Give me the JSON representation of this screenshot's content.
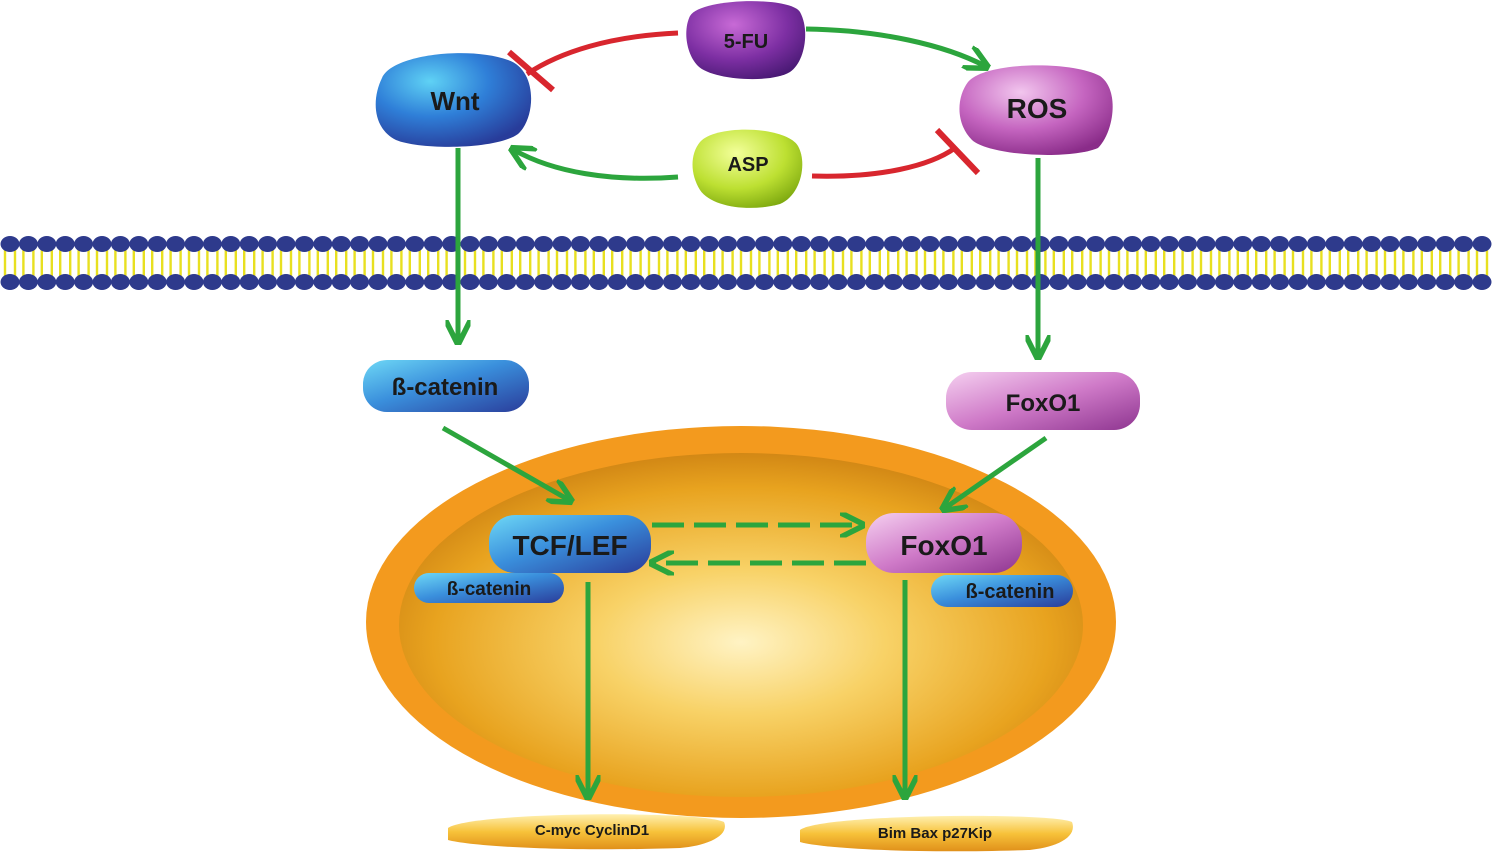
{
  "nodes": {
    "fu5": "5-FU",
    "wnt": "Wnt",
    "ros": "ROS",
    "asp": "ASP",
    "beta_catenin": "ß-catenin",
    "foxo1_cyto": "FoxO1",
    "tcf_lef": "TCF/LEF",
    "beta_catenin_tcf": "ß-catenin",
    "foxo1_nuc": "FoxO1",
    "beta_catenin_foxo": "ß-catenin",
    "targets_left": "C-myc CyclinD1",
    "targets_right": "Bim Bax p27Kip"
  },
  "colors": {
    "activation": "#2ca53d",
    "inhibition": "#d8262e",
    "membrane_head": "#2e3a8c",
    "membrane_tail": "#e8e020",
    "nucleus_outer": "#f39a1e",
    "nucleus_inner": "#f5b82a"
  }
}
